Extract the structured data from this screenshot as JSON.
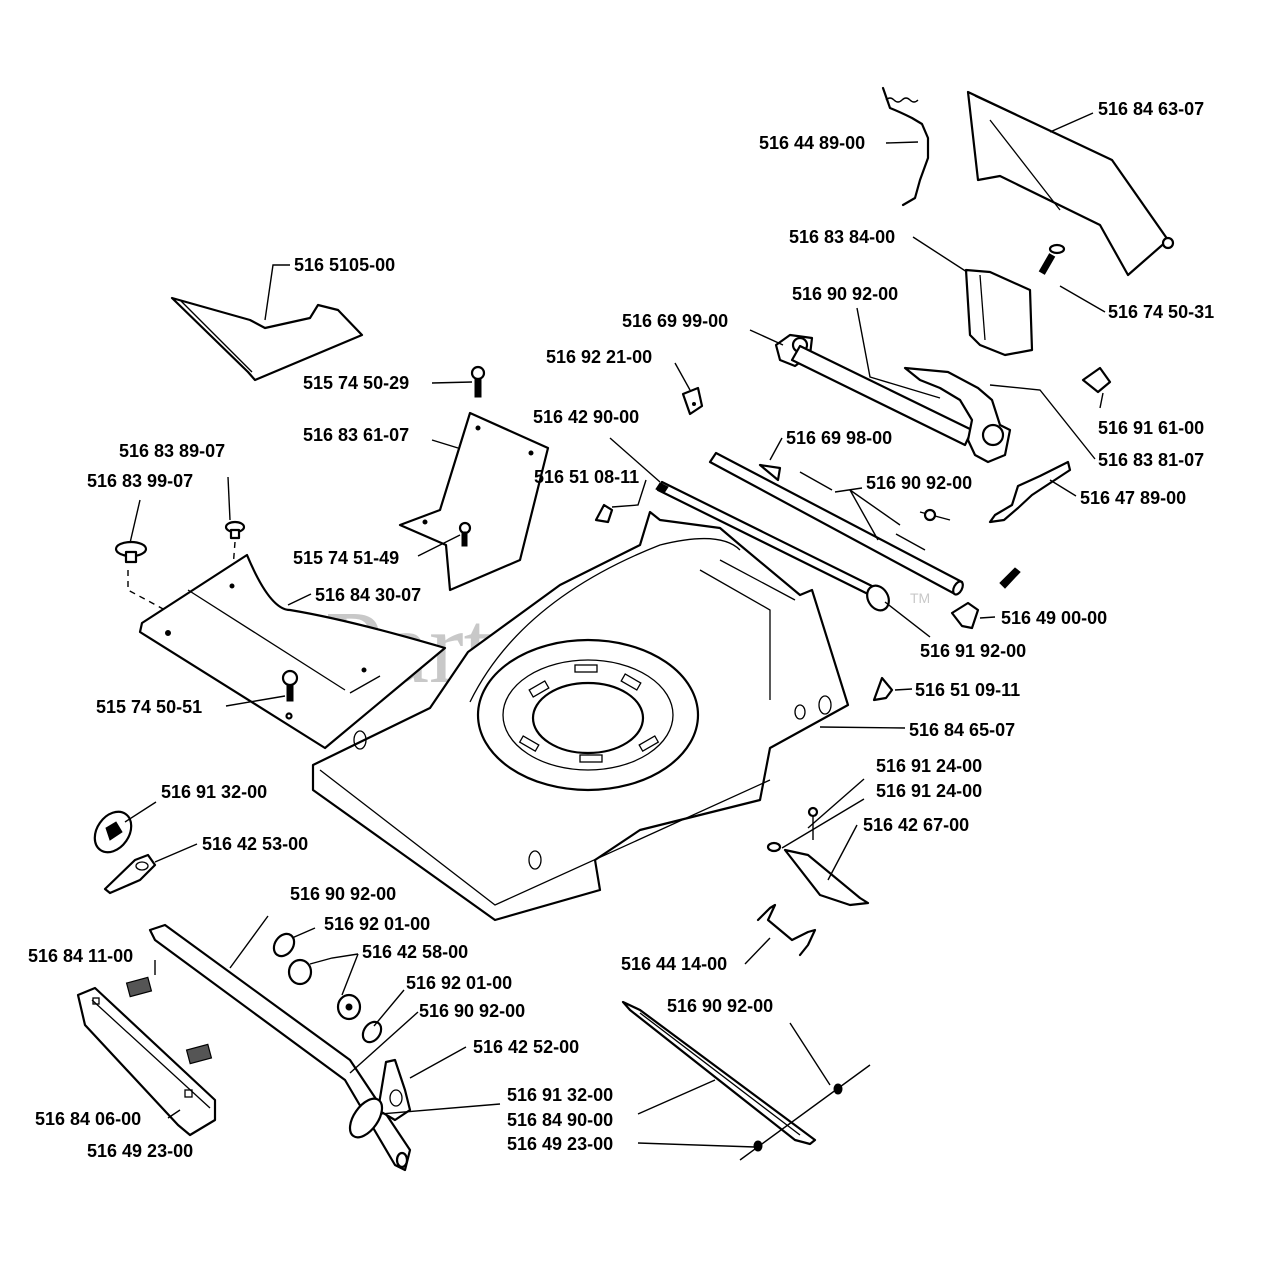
{
  "diagram": {
    "title": "Mower deck parts exploded view",
    "watermark": {
      "text": "PartsTree",
      "trademark": "TM"
    },
    "parts": [
      {
        "id": "p01",
        "part_number": "516 84 63-07",
        "name": "discharge-cover"
      },
      {
        "id": "p02",
        "part_number": "516 44 89-00",
        "name": "spring"
      },
      {
        "id": "p03",
        "part_number": "516 83 84-00",
        "name": "cover-plate"
      },
      {
        "id": "p04",
        "part_number": "516 74 50-31",
        "name": "screw"
      },
      {
        "id": "p05",
        "part_number": "516 90 92-00",
        "name": "lever-bolt"
      },
      {
        "id": "p06",
        "part_number": "516 69 99-00",
        "name": "bracket"
      },
      {
        "id": "p07",
        "part_number": "516 92 21-00",
        "name": "cap"
      },
      {
        "id": "p08",
        "part_number": "516 91 61-00",
        "name": "clip"
      },
      {
        "id": "p09",
        "part_number": "516 83 81-07",
        "name": "height-lever"
      },
      {
        "id": "p10",
        "part_number": "516 42 90-00",
        "name": "rear-axle"
      },
      {
        "id": "p11",
        "part_number": "516 69 98-00",
        "name": "axle-tube"
      },
      {
        "id": "p12",
        "part_number": "516 90 92-00",
        "name": "axle-bolt"
      },
      {
        "id": "p13",
        "part_number": "516 47 89-00",
        "name": "rear-bracket"
      },
      {
        "id": "p14",
        "part_number": "516 51 08-11",
        "name": "clip-left"
      },
      {
        "id": "p15",
        "part_number": "516 49 00-00",
        "name": "nut-plate"
      },
      {
        "id": "p16",
        "part_number": "516 91 92-00",
        "name": "nut"
      },
      {
        "id": "p17",
        "part_number": "516 51 09-11",
        "name": "clip-right"
      },
      {
        "id": "p18",
        "part_number": "516 84 65-07",
        "name": "deck"
      },
      {
        "id": "p19",
        "part_number": "516 5105-00",
        "name": "deflector"
      },
      {
        "id": "p20",
        "part_number": "515 74 50-29",
        "name": "screw-top"
      },
      {
        "id": "p21",
        "part_number": "516 83 61-07",
        "name": "flap"
      },
      {
        "id": "p22",
        "part_number": "516 83 89-07",
        "name": "plug-small"
      },
      {
        "id": "p23",
        "part_number": "516 83 99-07",
        "name": "plug-large"
      },
      {
        "id": "p24",
        "part_number": "515 74 51-49",
        "name": "screw-flap"
      },
      {
        "id": "p25",
        "part_number": "516 84 30-07",
        "name": "side-panel"
      },
      {
        "id": "p26",
        "part_number": "515 74 50-51",
        "name": "screw-panel"
      },
      {
        "id": "p27",
        "part_number": "516 91 24-00",
        "name": "pin-1"
      },
      {
        "id": "p28",
        "part_number": "516 91 24-00",
        "name": "pin-2"
      },
      {
        "id": "p29",
        "part_number": "516 42 67-00",
        "name": "rear-flap-bracket"
      },
      {
        "id": "p30",
        "part_number": "516 91 32-00",
        "name": "hub-cap-left"
      },
      {
        "id": "p31",
        "part_number": "516 42 53-00",
        "name": "height-plate"
      },
      {
        "id": "p32",
        "part_number": "516 90 92-00",
        "name": "front-bolt"
      },
      {
        "id": "p33",
        "part_number": "516 92 01-00",
        "name": "washer-1"
      },
      {
        "id": "p34",
        "part_number": "516 42 58-00",
        "name": "bushing"
      },
      {
        "id": "p35",
        "part_number": "516 92 01-00",
        "name": "washer-2"
      },
      {
        "id": "p36",
        "part_number": "516 90 92-00",
        "name": "front-bolt-2"
      },
      {
        "id": "p37",
        "part_number": "516 84 11-00",
        "name": "rubber-pad"
      },
      {
        "id": "p38",
        "part_number": "516 44 14-00",
        "name": "wire-clip"
      },
      {
        "id": "p39",
        "part_number": "516 90 92-00",
        "name": "blade-bolt"
      },
      {
        "id": "p40",
        "part_number": "516 42 52-00",
        "name": "height-arm"
      },
      {
        "id": "p41",
        "part_number": "516 91 32-00",
        "name": "hub-cap-right"
      },
      {
        "id": "p42",
        "part_number": "516 84 90-00",
        "name": "front-axle"
      },
      {
        "id": "p43",
        "part_number": "516 49 23-00",
        "name": "nut-front"
      },
      {
        "id": "p44",
        "part_number": "516 84 06-00",
        "name": "front-bumper"
      },
      {
        "id": "p45",
        "part_number": "516 49 23-00",
        "name": "nut-bumper"
      }
    ]
  }
}
